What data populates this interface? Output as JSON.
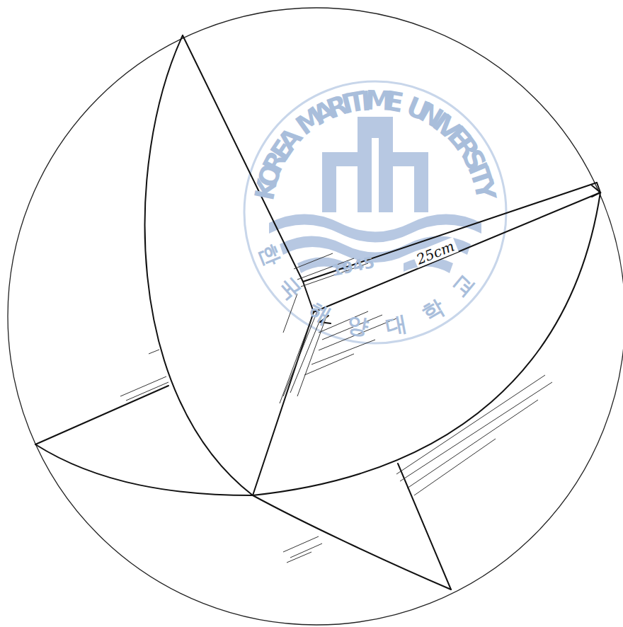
{
  "diagram": {
    "labels": [
      "KOREA MARITIME UNIVERSITY",
      "1945",
      "한국해양대학교",
      "25cm"
    ]
  }
}
